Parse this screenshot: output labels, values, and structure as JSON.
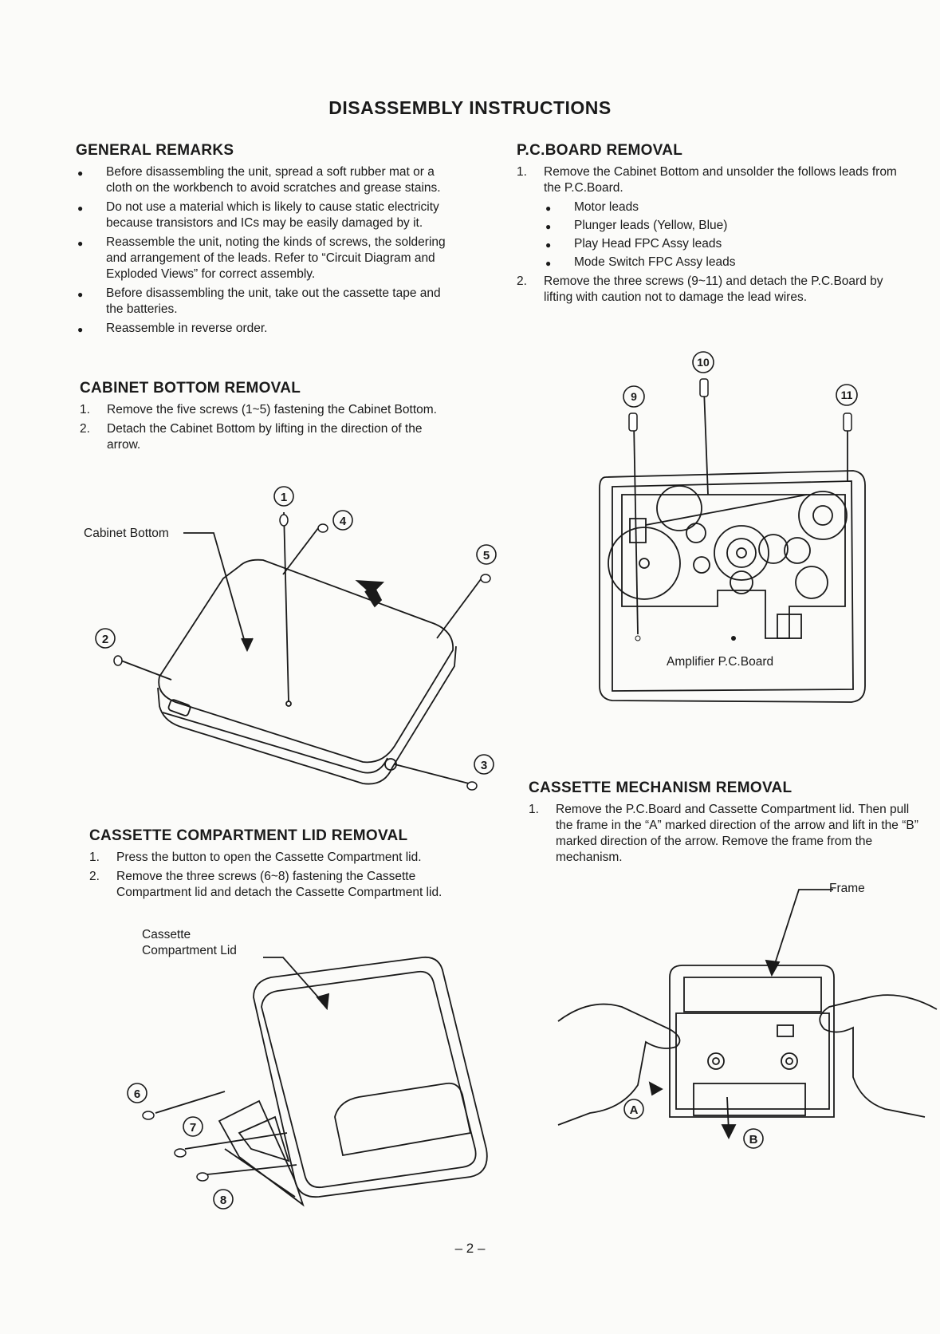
{
  "title": "DISASSEMBLY INSTRUCTIONS",
  "general": {
    "heading": "GENERAL REMARKS",
    "items": [
      "Before disassembling the unit, spread a soft rubber mat or a cloth on the workbench to avoid scratches and grease stains.",
      "Do not use a material which is likely to cause static electricity because transistors and ICs may be easily damaged by it.",
      "Reassemble the unit, noting the kinds of screws, the soldering and arrangement of the leads. Refer to “Circuit Diagram and Exploded Views” for correct assembly.",
      "Before disassembling the unit, take out the cassette tape and the batteries.",
      "Reassemble in reverse order."
    ]
  },
  "cabinet_bottom": {
    "heading": "CABINET BOTTOM REMOVAL",
    "steps": [
      {
        "n": "1.",
        "text": "Remove the five screws (1~5) fastening the Cabinet Bottom."
      },
      {
        "n": "2.",
        "text": "Detach the Cabinet Bottom by lifting in the direction of the arrow."
      }
    ],
    "figure_label": "Cabinet Bottom",
    "callouts": [
      "①",
      "②",
      "③",
      "④",
      "⑤"
    ]
  },
  "lid": {
    "heading": "CASSETTE COMPARTMENT LID REMOVAL",
    "steps": [
      {
        "n": "1.",
        "text": "Press the button to open the Cassette Compartment lid."
      },
      {
        "n": "2.",
        "text": "Remove the three screws (6~8) fastening the Cassette Compartment lid and detach the Cassette Compartment lid."
      }
    ],
    "figure_label_1": "Cassette",
    "figure_label_2": "Compartment Lid",
    "callouts": [
      "⑥",
      "⑦",
      "⑧"
    ]
  },
  "pcboard": {
    "heading": "P.C.BOARD REMOVAL",
    "step1": {
      "n": "1.",
      "text": "Remove the Cabinet Bottom and unsolder the follows leads from the P.C.Board."
    },
    "leads": [
      "Motor leads",
      "Plunger leads (Yellow, Blue)",
      "Play Head FPC Assy leads",
      "Mode Switch FPC Assy leads"
    ],
    "step2": {
      "n": "2.",
      "text": "Remove the three screws (9~11) and detach the P.C.Board by lifting with caution not to damage the lead wires."
    },
    "figure_label": "Amplifier P.C.Board",
    "callouts": [
      "⑨",
      "⑩",
      "⑪"
    ]
  },
  "mechanism": {
    "heading": "CASSETTE MECHANISM REMOVAL",
    "steps": [
      {
        "n": "1.",
        "text": "Remove the P.C.Board and Cassette Compartment lid. Then pull the frame in the “A” marked direction of the arrow and lift in the “B” marked direction of the arrow. Remove the frame from the mechanism."
      }
    ],
    "figure_label": "Frame",
    "callouts": [
      "Ⓐ",
      "Ⓑ"
    ]
  },
  "page_number": "– 2 –",
  "colors": {
    "ink": "#1a1a1a",
    "paper": "#fbfbf9"
  }
}
